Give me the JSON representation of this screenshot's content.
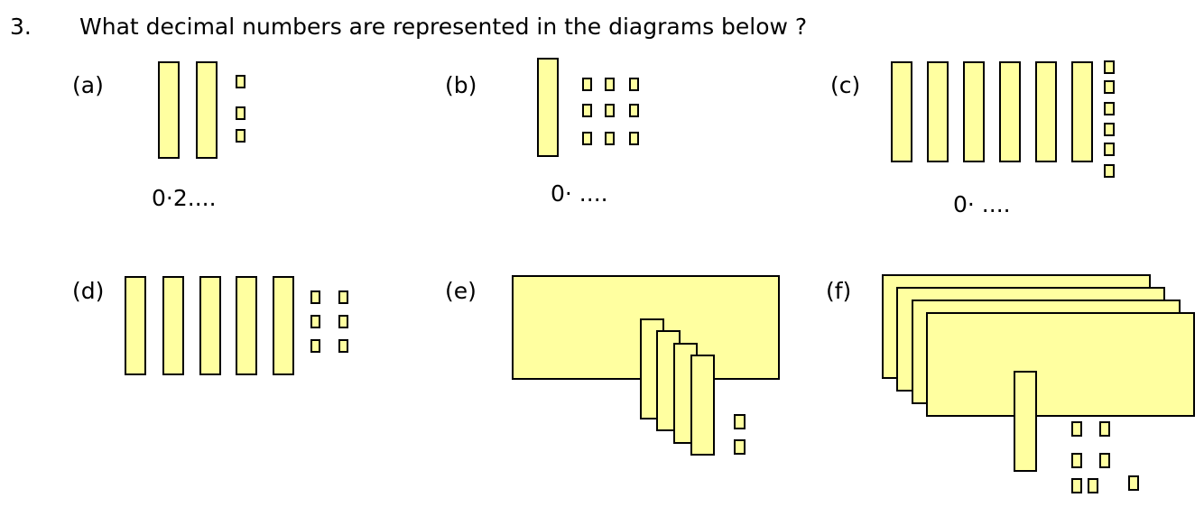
{
  "question": {
    "number": "3.",
    "text": "What decimal numbers are represented in the diagrams below ?"
  },
  "diagrams": [
    {
      "label": "(a)",
      "answer": "0·2...."
    },
    {
      "label": "(b)",
      "answer": "0· ...."
    },
    {
      "label": "(c)",
      "answer": "0· ...."
    },
    {
      "label": "(d)"
    },
    {
      "label": "(e)"
    },
    {
      "label": "(f)"
    }
  ],
  "colors": {
    "block_fill": "#ffffa0",
    "block_border": "#000000"
  }
}
